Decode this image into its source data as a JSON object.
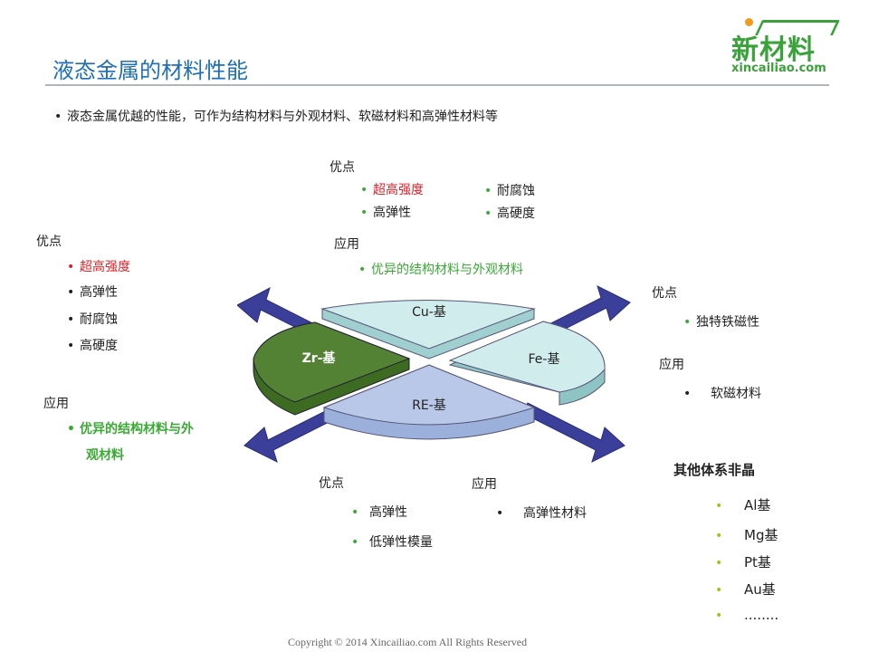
{
  "title": "液态金属的材料性能",
  "logo": {
    "cn": "新材料",
    "en": "xincailiao.com"
  },
  "intro": "液态金属优越的性能，可作为结构材料与外观材料、软磁材料和高弹性材料等",
  "diagram": {
    "cu": {
      "name": "Cu-基"
    },
    "fe": {
      "name": "Fe-基"
    },
    "zr": {
      "name": "Zr-基"
    },
    "re": {
      "name": "RE-基"
    }
  },
  "top": {
    "adv_label": "优点",
    "adv_left": [
      "超高强度",
      "高弹性"
    ],
    "adv_right": [
      "耐腐蚀",
      "高硬度"
    ],
    "app_label": "应用",
    "app": [
      "优异的结构材料与外观材料"
    ]
  },
  "left": {
    "adv_label": "优点",
    "adv": [
      "超高强度",
      "高弹性",
      "耐腐蚀",
      "高硬度"
    ],
    "app_label": "应用",
    "app_line1": "优异的结构材料与外",
    "app_line2": "观材料"
  },
  "right": {
    "adv_label": "优点",
    "adv": [
      "独特铁磁性"
    ],
    "app_label": "应用",
    "app": [
      "软磁材料"
    ]
  },
  "bottom": {
    "adv_label": "优点",
    "adv": [
      "高弹性",
      "低弹性模量"
    ],
    "app_label": "应用",
    "app": [
      "高弹性材料"
    ]
  },
  "others": {
    "heading": "其他体系非晶",
    "items": [
      "Al基",
      "Mg基",
      "Pt基",
      "Au基",
      "........"
    ]
  },
  "bullet_glyph": "•",
  "colors": {
    "title": "#1f6fb5",
    "red": "#e51e25",
    "green": "#3aaa35",
    "arrow": "#3b3f9a"
  },
  "footer": "Copyright © 2014   Xincailiao.com    All Rights Reserved"
}
